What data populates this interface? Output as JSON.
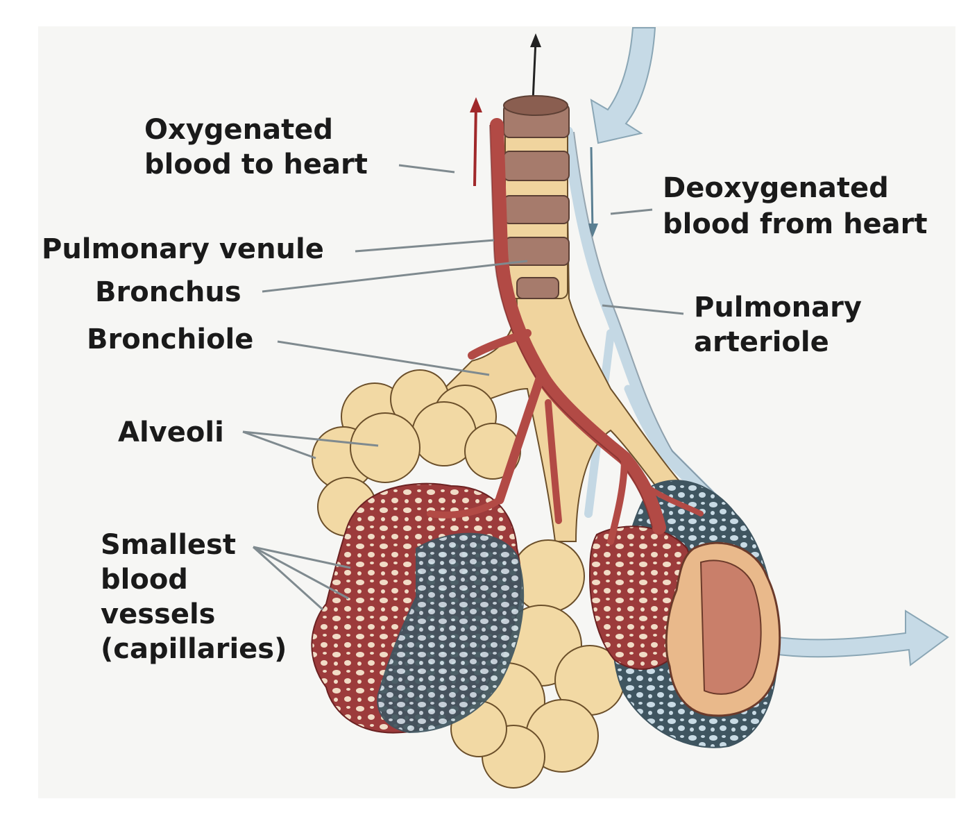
{
  "labels": {
    "oxygenated": [
      "Oxygenated",
      "blood to heart"
    ],
    "deoxygenated": [
      "Deoxygenated",
      "blood from heart"
    ],
    "pulmonary_venule": "Pulmonary venule",
    "bronchus": "Bronchus",
    "bronchiole": "Bronchiole",
    "pulmonary_arteriole": [
      "Pulmonary",
      "arteriole"
    ],
    "alveoli": "Alveoli",
    "capillaries": [
      "Smallest",
      "blood",
      "vessels",
      "(capillaries)"
    ]
  },
  "colors": {
    "alveolus": "#f2d9a4",
    "alveolus_outline": "#6b4f2a",
    "airway": "#f0d49e",
    "bronchus_ring": "#a67b6c",
    "oxygenated_vessel": "#b24a45",
    "deoxygenated_vessel": "#c4d8e4",
    "flow_arrow": "#c6dae6",
    "leader_line": "#7f8a8f"
  }
}
